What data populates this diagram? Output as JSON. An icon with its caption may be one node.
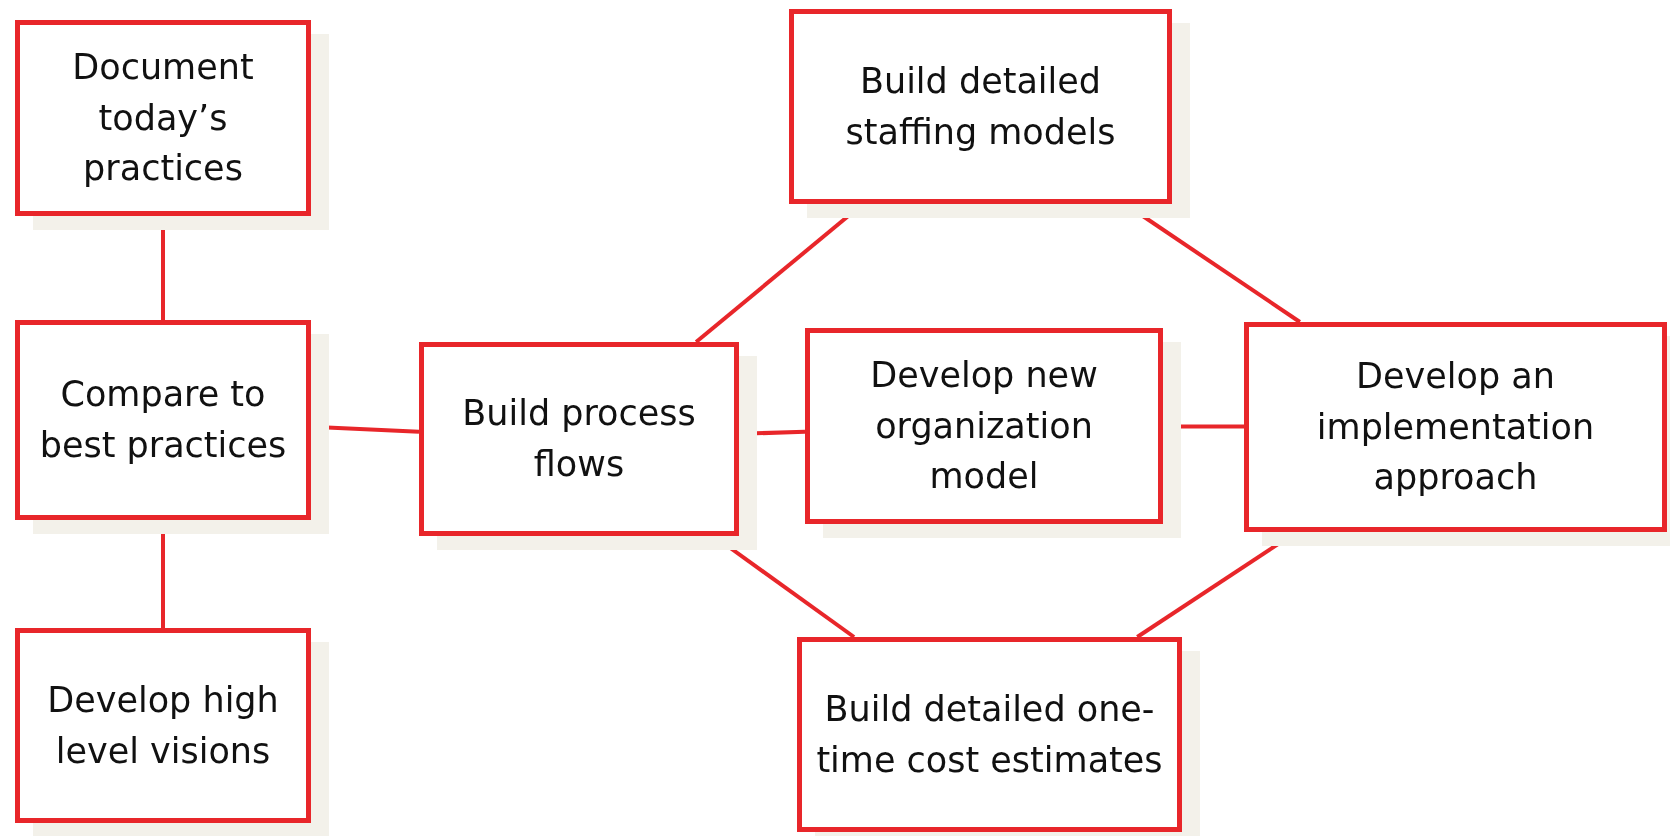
{
  "diagram": {
    "nodes": [
      {
        "text": [
          "Document today’s practices"
        ]
      },
      {
        "text": [
          "Compare to best practices"
        ]
      },
      {
        "text": [
          "Develop high level visions"
        ]
      },
      {
        "text": [
          "Build process flows"
        ]
      },
      {
        "text": [
          "Build detailed staffing models"
        ]
      },
      {
        "text": [
          "Develop new organization model"
        ]
      },
      {
        "text": [
          "Develop an implementation approach"
        ]
      },
      {
        "text": [
          "Build detailed one-time cost estimates"
        ]
      }
    ],
    "edges": [
      {
        "from": 0,
        "to": 1,
        "arrow": "none"
      },
      {
        "from": 1,
        "to": 2,
        "arrow": "none"
      },
      {
        "from": 1,
        "to": 3,
        "arrow": "none"
      },
      {
        "from": 3,
        "to": 4,
        "arrow": "none"
      },
      {
        "from": 3,
        "to": 5,
        "arrow": "none"
      },
      {
        "from": 3,
        "to": 7,
        "arrow": "none"
      },
      {
        "from": 4,
        "to": 6,
        "arrow": "none"
      },
      {
        "from": 5,
        "to": 6,
        "arrow": "none"
      },
      {
        "from": 7,
        "to": 6,
        "arrow": "none"
      }
    ]
  }
}
